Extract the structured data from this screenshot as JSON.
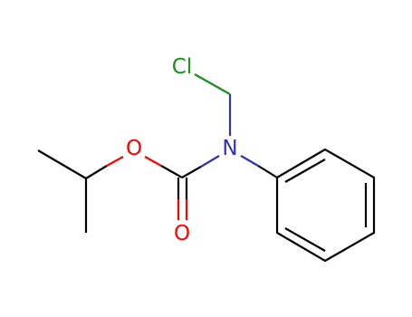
{
  "colors": {
    "carbon": "#000000",
    "oxygen": "#ff0000",
    "nitrogen": "#3333b0",
    "chlorine": "#179017"
  },
  "atoms": {
    "cl": {
      "label": "Cl",
      "element": "chlorine"
    },
    "n": {
      "label": "N",
      "element": "nitrogen"
    },
    "o_ether": {
      "label": "O",
      "element": "oxygen"
    },
    "o_carbonyl": {
      "label": "O",
      "element": "oxygen"
    }
  }
}
